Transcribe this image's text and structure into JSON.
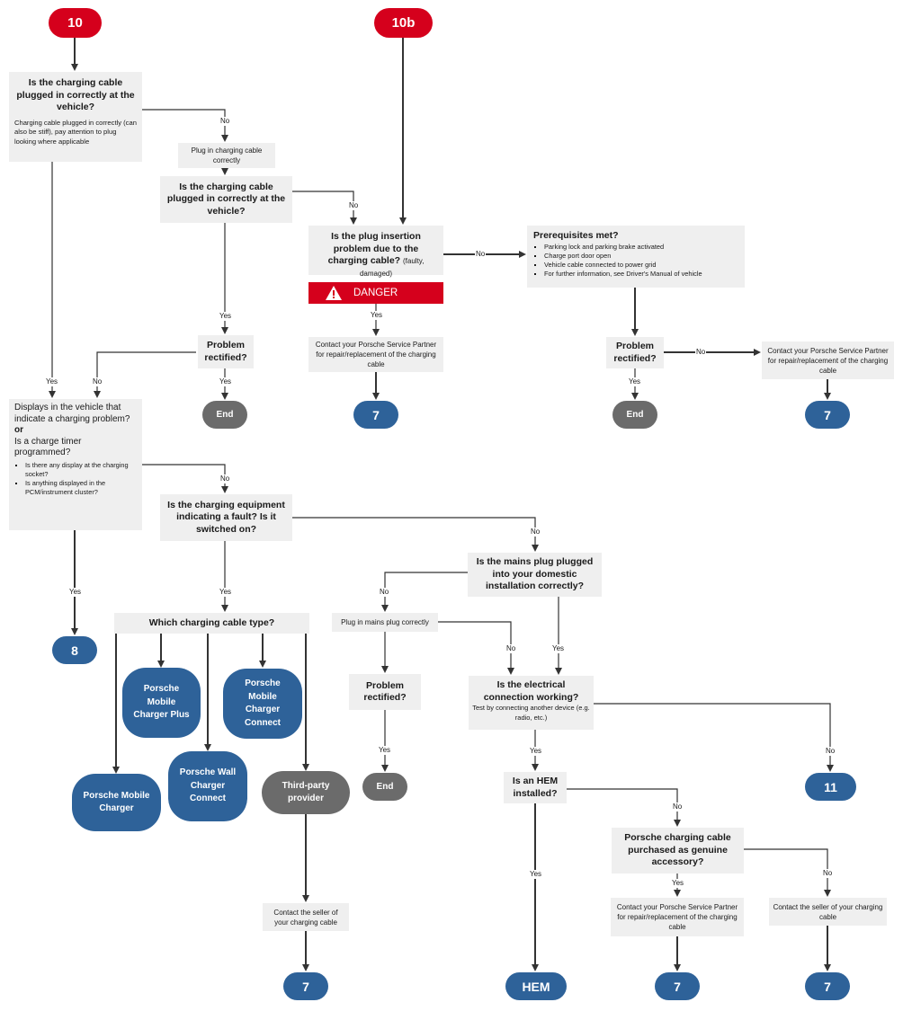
{
  "start": {
    "a": "10",
    "b": "10b"
  },
  "q1": {
    "title": "Is the charging cable plugged in correctly at the vehicle?",
    "note": "Charging cable plugged in correctly (can also be stiff), pay attention to plug looking where applicable"
  },
  "plug_in": "Plug in charging cable correctly",
  "q2": {
    "title": "Is the charging cable plugged in correctly at the vehicle?"
  },
  "q3": {
    "title": "Is the plug insertion problem due to the charging cable?",
    "note": "(faulty, damaged)"
  },
  "danger": {
    "label": "DANGER"
  },
  "prereq": {
    "title": "Prerequisites met?",
    "items": [
      "Parking lock and parking brake activated",
      "Charge port door open",
      "Vehicle cable connected to power grid",
      "For further information, see Driver's Manual of vehicle"
    ]
  },
  "problem_rectified": "Problem rectified?",
  "contact_porsche": "Contact your Porsche Service Partner for repair/replacement of the charging cable",
  "contact_seller": "Contact the seller of your charging cable",
  "end": "End",
  "ref": {
    "seven": "7",
    "eight": "8",
    "eleven": "11",
    "hem": "HEM"
  },
  "labels": {
    "yes": "Yes",
    "no": "No"
  },
  "q4": {
    "line1": "Displays in the vehicle that indicate a charging problem?",
    "or": "or",
    "line2": "Is a charge timer programmed?",
    "items": [
      "Is there any display at the charging socket?",
      "Is anything displayed in the PCM/instrument cluster?"
    ]
  },
  "q5": {
    "title": "Is the charging equipment indicating a fault? Is it switched on?"
  },
  "q6": {
    "title": "Is the mains plug plugged into your domestic installation correctly?"
  },
  "plug_mains": "Plug in mains plug correctly",
  "q7": {
    "title": "Is the electrical connection working?",
    "note": "Test by connecting another device (e.g. radio, etc.)"
  },
  "q8": {
    "title": "Is an HEM installed?"
  },
  "q9": {
    "title": "Porsche charging cable purchased as genuine accessory?"
  },
  "cable_type": {
    "title": "Which charging cable type?"
  },
  "cables": {
    "plus": "Porsche Mobile Charger Plus",
    "connect": "Porsche Mobile Charger Connect",
    "wall": "Porsche Wall Charger Connect",
    "mobile": "Porsche Mobile Charger",
    "third": "Third-party provider"
  },
  "colors": {
    "red": "#d5001c",
    "blue": "#2e6299",
    "gray": "#6b6b6b",
    "box": "#efefef",
    "line": "#333333"
  }
}
